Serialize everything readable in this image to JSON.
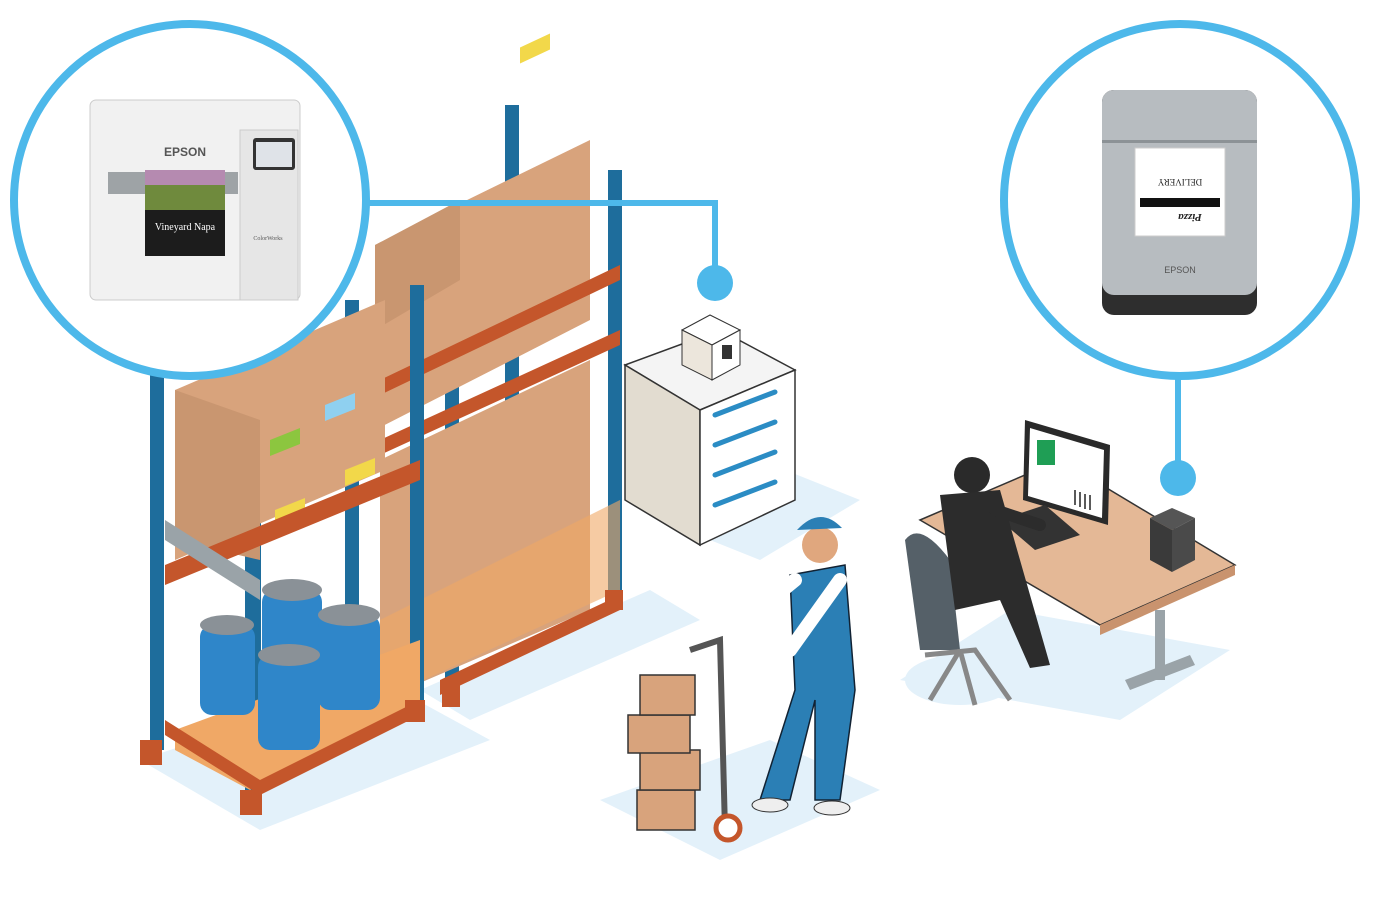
{
  "colors": {
    "callout": "#4db8ea",
    "rack_upright": "#1e6d9c",
    "rack_beam": "#c4562b",
    "box": "#d8a37c",
    "floor_shadow": "#e3f1fa",
    "barrel": "#2f86c9"
  },
  "left_printer": {
    "brand": "EPSON",
    "label_title": "Vineyard Napa",
    "model": "ColorWorks"
  },
  "right_printer": {
    "brand": "EPSON",
    "receipt_heading": "DELIVERY",
    "receipt_logo": "Pizza"
  }
}
